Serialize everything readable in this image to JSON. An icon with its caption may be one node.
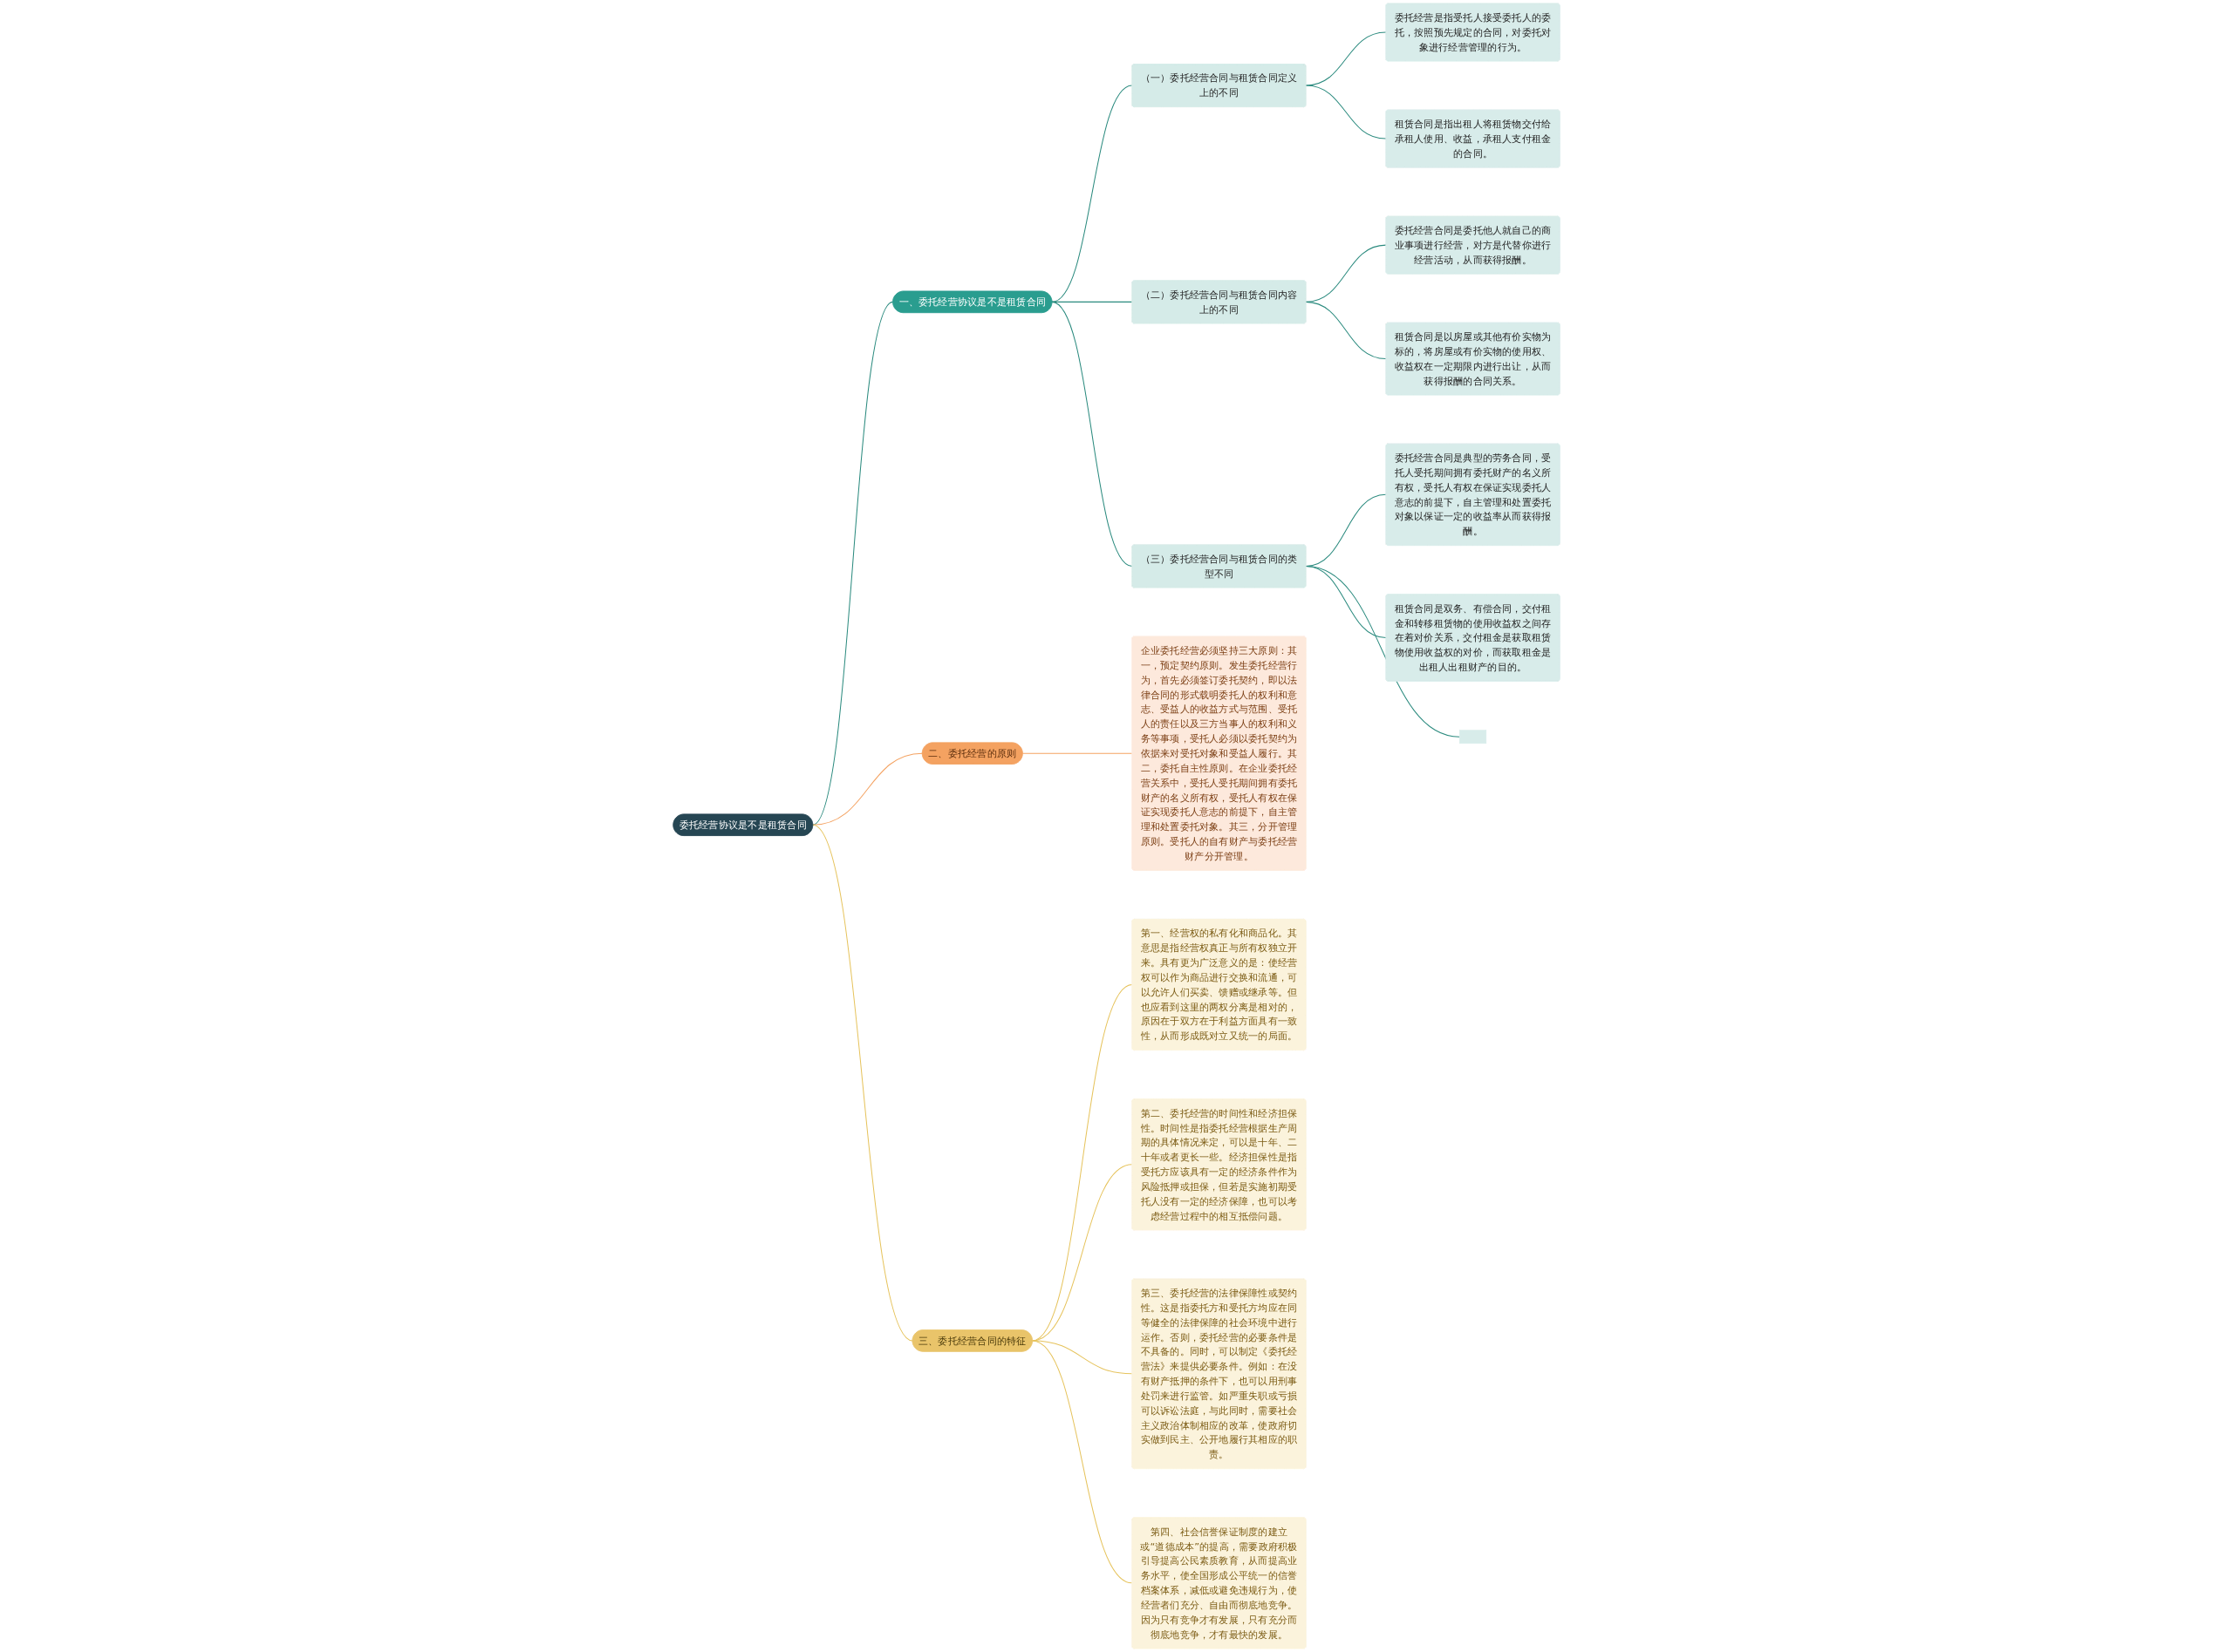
{
  "diagram": {
    "nodes": [
      {
        "text": [
          "委托经营协议是不是租赁合同"
        ]
      },
      {
        "text": [
          "一、委托经营协议是不是租赁合同"
        ]
      },
      {
        "text": [
          "（一）委托经营合同与租赁合同定义上的不同"
        ]
      },
      {
        "text": [
          "委托经营是指受托人接受委托人的委托，按照预先规定的合同，对委托对象进行经营管理的行为。"
        ]
      },
      {
        "text": [
          "租赁合同是指出租人将租赁物交付给承租人使用、收益，承租人支付租金的合同。"
        ]
      },
      {
        "text": [
          "（二）委托经营合同与租赁合同内容上的不同"
        ]
      },
      {
        "text": [
          "委托经营合同是委托他人就自己的商业事项进行经营，对方是代替你进行经营活动，从而获得报酬。"
        ]
      },
      {
        "text": [
          "租赁合同是以房屋或其他有价实物为标的，将房屋或有价实物的使用权、收益权在一定期限内进行出让，从而获得报酬的合同关系。"
        ]
      },
      {
        "text": [
          "（三）委托经营合同与租赁合同的类型不同"
        ]
      },
      {
        "text": [
          "委托经营合同是典型的劳务合同，受托人受托期间拥有委托财产的名义所有权，受托人有权在保证实现委托人意志的前提下，自主管理和处置委托对象以保证一定的收益率从而获得报酬。"
        ]
      },
      {
        "text": [
          "租赁合同是双务、有偿合同，交付租金和转移租赁物的使用收益权之间存在着对价关系，交付租金是获取租赁物使用收益权的对价，而获取租金是出租人出租财产的目的。"
        ]
      },
      {
        "text": [],
        "shape": "box"
      },
      {
        "text": [
          "二、委托经营的原则"
        ]
      },
      {
        "text": [
          "企业委托经营必须坚持三大原则：其一，预定契约原则。发生委托经营行为，首先必须签订委托契约，即以法律合同的形式载明委托人的权利和意志、受益人的收益方式与范围、受托人的责任以及三方当事人的权利和义务等事项，受托人必须以委托契约为依据来对受托对象和受益人履行。其二，委托自主性原则。在企业委托经营关系中，受托人受托期间拥有委托财产的名义所有权，受托人有权在保证实现委托人意志的前提下，自主管理和处置委托对象。其三，分开管理原则。受托人的自有财产与委托经营财产分开管理。"
        ]
      },
      {
        "text": [
          "三、委托经营合同的特征"
        ]
      },
      {
        "text": [
          "第一、经营权的私有化和商品化。其意思是指经营权真正与所有权独立开来。具有更为广泛意义的是：使经营权可以作为商品进行交换和流通，可以允许人们买卖、馈赠或继承等。但也应看到这里的两权分离是相对的，原因在于双方在于利益方面具有一致性，从而形成既对立又统一的局面。"
        ]
      },
      {
        "text": [
          "第二、委托经营的时间性和经济担保性。时间性是指委托经营根据生产周期的具体情况来定，可以是十年、二十年或者更长一些。经济担保性是指受托方应该具有一定的经济条件作为风险抵押或担保，但若是实施初期受托人没有一定的经济保障，也可以考虑经营过程中的相互抵偿问题。"
        ]
      },
      {
        "text": [
          "第三、委托经营的法律保障性或契约性。这是指委托方和受托方均应在同等健全的法律保障的社会环境中进行运作。否则，委托经营的必要条件是不具备的。同时，可以制定《委托经营法》来提供必要条件。例如：在没有财产抵押的条件下，也可以用刑事处罚来进行监管。如严重失职或亏损可以诉讼法庭，与此同时，需要社会主义政治体制相应的改革，使政府切实做到民主、公开地履行其相应的职责。"
        ]
      },
      {
        "text": [
          "第四、社会信誉保证制度的建立或“道德成本”的提高，需要政府积极引导提高公民素质教育，从而提高业务水平，使全国形成公平统一的信誉档案体系，减低或避免违规行为，使经营者们充分、自由而彻底地竞争。因为只有竞争才有发展，只有充分而彻底地竞争，才有最快的发展。"
        ]
      }
    ],
    "edges": [
      {
        "from": 0,
        "to": 1,
        "arrow": "none"
      },
      {
        "from": 1,
        "to": 2,
        "arrow": "none"
      },
      {
        "from": 2,
        "to": 3,
        "arrow": "none"
      },
      {
        "from": 2,
        "to": 4,
        "arrow": "none"
      },
      {
        "from": 1,
        "to": 5,
        "arrow": "none"
      },
      {
        "from": 5,
        "to": 6,
        "arrow": "none"
      },
      {
        "from": 5,
        "to": 7,
        "arrow": "none"
      },
      {
        "from": 1,
        "to": 8,
        "arrow": "none"
      },
      {
        "from": 8,
        "to": 9,
        "arrow": "none"
      },
      {
        "from": 8,
        "to": 10,
        "arrow": "none"
      },
      {
        "from": 8,
        "to": 11,
        "arrow": "none"
      },
      {
        "from": 0,
        "to": 12,
        "arrow": "none",
        "color": "#f4a261"
      },
      {
        "from": 12,
        "to": 13,
        "arrow": "none",
        "color": "#f4a261"
      },
      {
        "from": 0,
        "to": 14,
        "arrow": "none",
        "color": "#e6c35c"
      },
      {
        "from": 14,
        "to": 15,
        "arrow": "none",
        "color": "#e6c35c"
      },
      {
        "from": 14,
        "to": 16,
        "arrow": "none",
        "color": "#e6c35c"
      },
      {
        "from": 14,
        "to": 17,
        "arrow": "none",
        "color": "#e6c35c"
      },
      {
        "from": 14,
        "to": 18,
        "arrow": "none",
        "color": "#e6c35c"
      }
    ]
  }
}
